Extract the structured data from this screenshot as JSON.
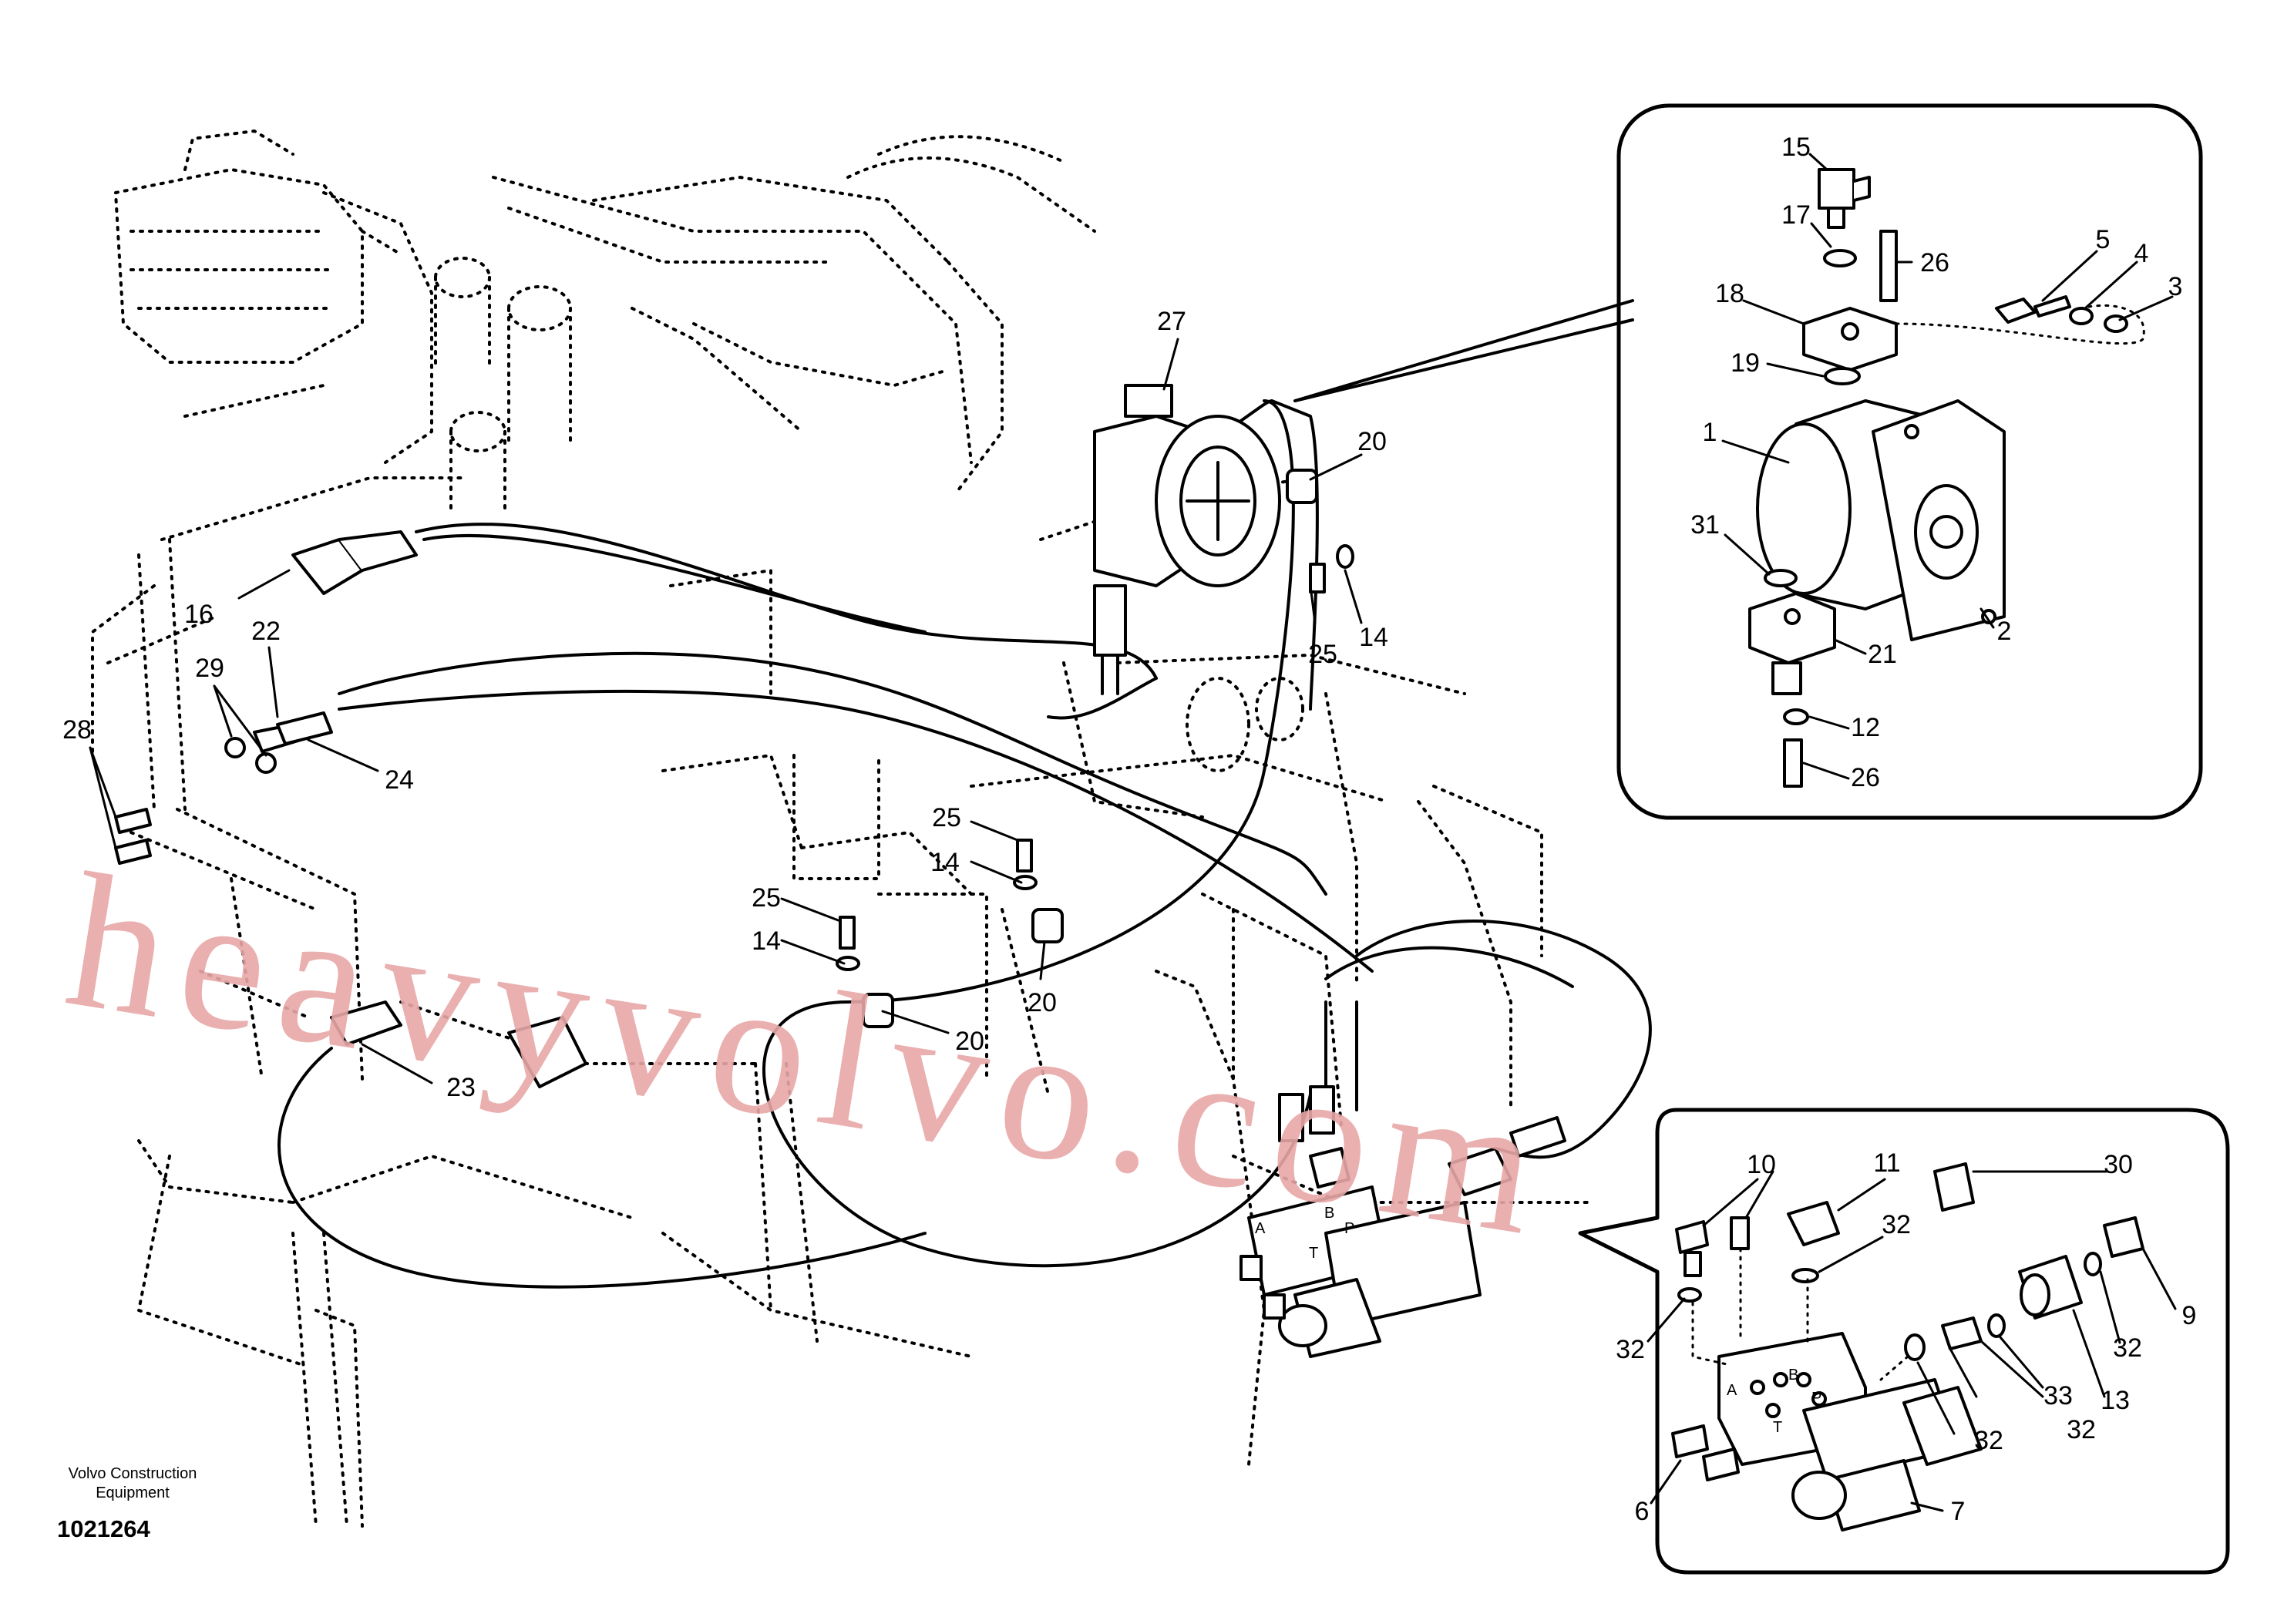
{
  "watermark": "heavyvolvo.com",
  "publisher": {
    "line1": "Volvo Construction",
    "line2": "Equipment"
  },
  "reference_number": "1021264",
  "main_view": {
    "callouts": [
      "27",
      "20",
      "16",
      "22",
      "29",
      "28",
      "24",
      "25",
      "14",
      "25",
      "14",
      "20",
      "20",
      "23",
      "25",
      "14"
    ]
  },
  "motor_detail": {
    "callouts": [
      "15",
      "17",
      "26",
      "5",
      "4",
      "3",
      "18",
      "19",
      "1",
      "31",
      "2",
      "21",
      "12",
      "26"
    ]
  },
  "valve_detail": {
    "callouts": [
      "10",
      "11",
      "30",
      "32",
      "32",
      "9",
      "32",
      "13",
      "33",
      "32",
      "32",
      "6",
      "7"
    ],
    "port_labels": [
      "A",
      "B",
      "P",
      "T"
    ]
  }
}
